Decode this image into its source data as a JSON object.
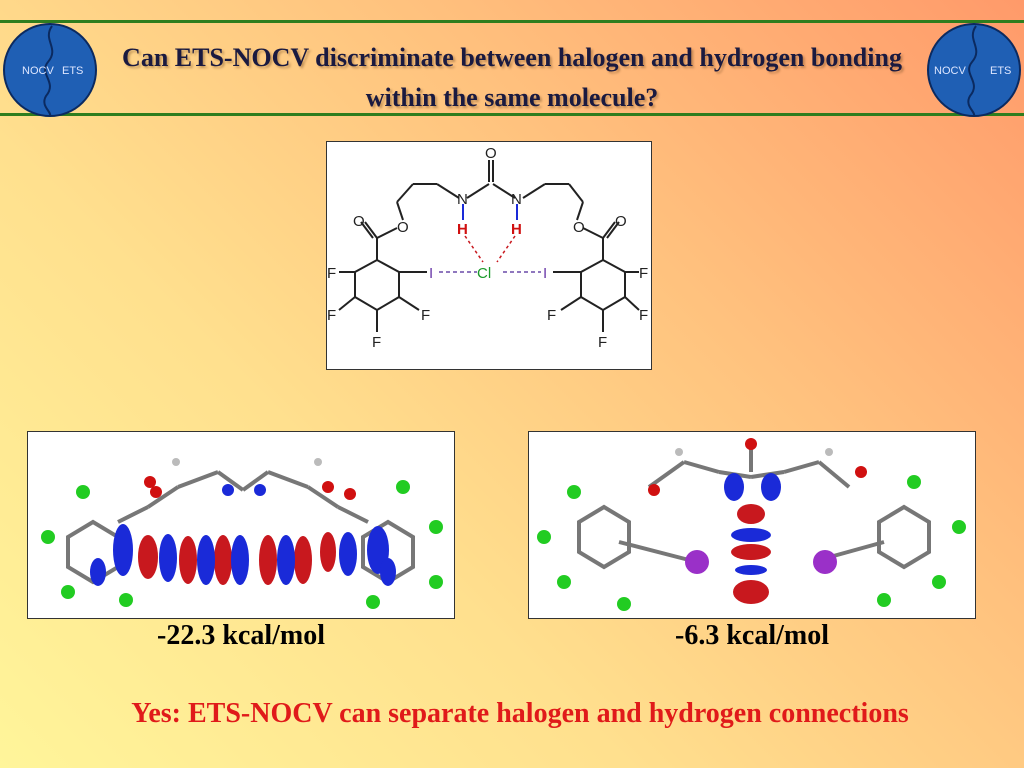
{
  "slide": {
    "title": "Can ETS-NOCV discriminate between halogen and hydrogen bonding within the same molecule?",
    "logo": {
      "left_label": "NOCV",
      "right_label": "ETS"
    },
    "structure_labels": {
      "oxygen": "O",
      "nitrogen": "N",
      "hydrogen": "H",
      "chlorine": "Cl",
      "iodine": "I",
      "fluorine": "F"
    },
    "energies": {
      "left": "-22.3 kcal/mol",
      "right": "-6.3 kcal/mol"
    },
    "conclusion": "Yes: ETS-NOCV can separate halogen and hydrogen connections"
  },
  "colors": {
    "title_border": "#2f7d1e",
    "title_text": "#1a1a40",
    "conclusion_text": "#e01a1a",
    "logo_fill": "#1f5fb4",
    "nocv_red": "#c8181e",
    "nocv_blue": "#1a2ad8",
    "fluorine_green": "#22cc22",
    "iodine_purple": "#9a30c8",
    "carbon_gray": "#555555",
    "oxygen_red": "#d01010"
  }
}
